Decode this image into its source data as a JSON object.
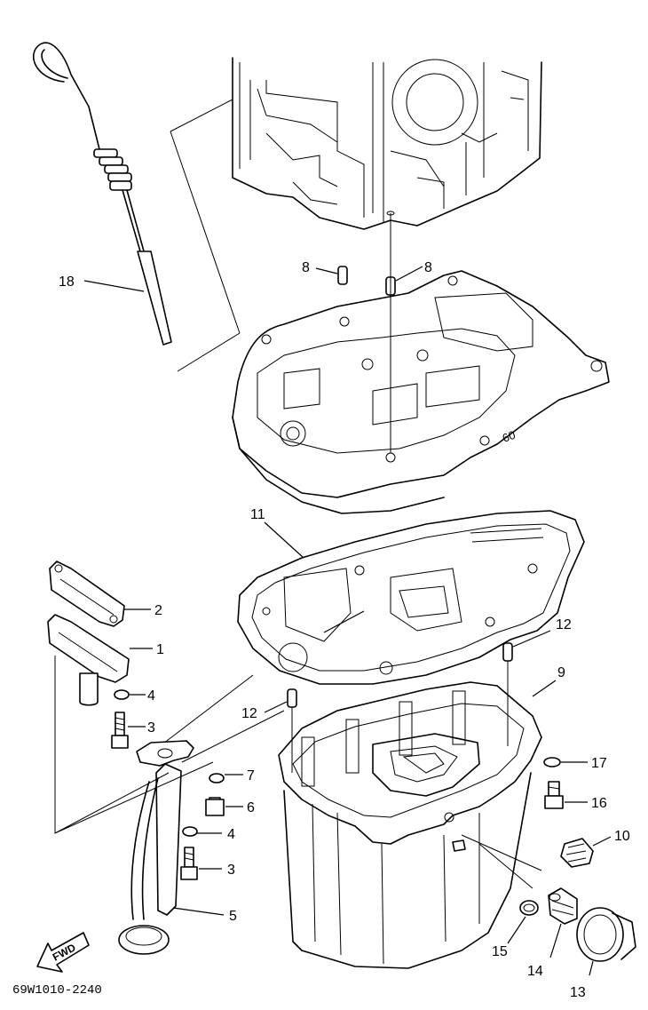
{
  "diagram": {
    "drawing_code": "69W1010-2240",
    "fwd_label": "FWD",
    "callouts": [
      {
        "id": "c18",
        "label": "18"
      },
      {
        "id": "c8a",
        "label": "8"
      },
      {
        "id": "c8b",
        "label": "8"
      },
      {
        "id": "c11",
        "label": "11"
      },
      {
        "id": "c2",
        "label": "2"
      },
      {
        "id": "c1",
        "label": "1"
      },
      {
        "id": "c4a",
        "label": "4"
      },
      {
        "id": "c3a",
        "label": "3"
      },
      {
        "id": "c12a",
        "label": "12"
      },
      {
        "id": "c12b",
        "label": "12"
      },
      {
        "id": "c9",
        "label": "9"
      },
      {
        "id": "c7",
        "label": "7"
      },
      {
        "id": "c6",
        "label": "6"
      },
      {
        "id": "c4b",
        "label": "4"
      },
      {
        "id": "c3b",
        "label": "3"
      },
      {
        "id": "c5",
        "label": "5"
      },
      {
        "id": "c17",
        "label": "17"
      },
      {
        "id": "c16",
        "label": "16"
      },
      {
        "id": "c10",
        "label": "10"
      },
      {
        "id": "c15",
        "label": "15"
      },
      {
        "id": "c14",
        "label": "14"
      },
      {
        "id": "c13",
        "label": "13"
      }
    ]
  }
}
